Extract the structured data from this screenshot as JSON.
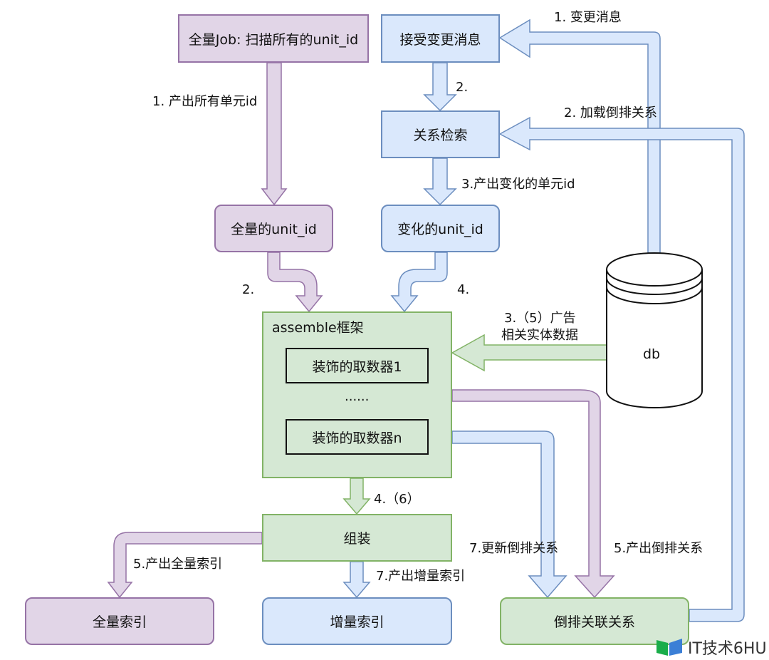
{
  "colors": {
    "purple_fill": "#e1d5e7",
    "purple_stroke": "#9673a6",
    "blue_fill": "#dae8fc",
    "blue_stroke": "#6c8ebf",
    "green_fill": "#d5e8d4",
    "green_stroke": "#82b366"
  },
  "nodes": {
    "full_job": "全量Job: 扫描所有的unit_id",
    "receive_msg": "接受变更消息",
    "relation_search": "关系检索",
    "full_unit_id": "全量的unit_id",
    "changed_unit_id": "变化的unit_id",
    "assemble_title": "assemble框架",
    "fetcher_1": "装饰的取数器1",
    "ellipsis": "......",
    "fetcher_n": "装饰的取数器n",
    "assembly": "组装",
    "full_index": "全量索引",
    "incremental_index": "增量索引",
    "inverted_relation": "倒排关联关系",
    "db": "db"
  },
  "edge_labels": {
    "change_msg": "1. 变更消息",
    "step2_receive": "2.",
    "load_inverted": "2. 加载倒排关系",
    "produce_all_ids": "1. 产出所有单元id",
    "produce_changed_ids": "3.产出变化的单元id",
    "step2_full": "2.",
    "step4_changed": "4.",
    "entity_data_line1": "3.（5）广告",
    "entity_data_line2": "相关实体数据",
    "step4_6": "4.（6）",
    "produce_full_index": "5.产出全量索引",
    "produce_incr_index": "7.产出增量索引",
    "update_inverted": "7.更新倒排关系",
    "produce_inverted": "5.产出倒排关系"
  },
  "watermark": "IT技术6HU"
}
